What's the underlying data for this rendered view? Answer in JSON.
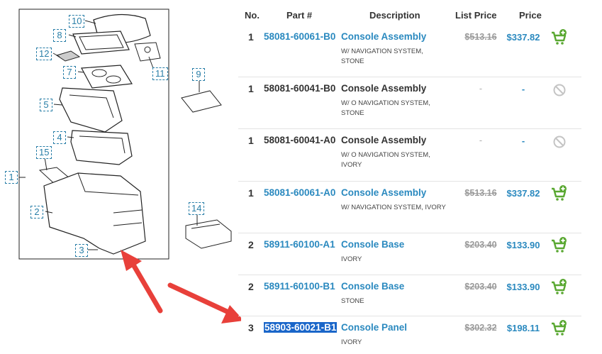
{
  "diagram": {
    "callouts": [
      "10",
      "8",
      "12",
      "7",
      "11",
      "9",
      "5",
      "4",
      "15",
      "1",
      "2",
      "14",
      "3"
    ]
  },
  "table": {
    "headers": {
      "no": "No.",
      "part": "Part #",
      "description": "Description",
      "list_price": "List Price",
      "price": "Price"
    },
    "rows": [
      {
        "no": "1",
        "part": "58081-60061-B0",
        "description": "Console Assembly",
        "note": "W/ NAVIGATION SYSTEM, STONE",
        "list_price": "$513.16",
        "price": "$337.82",
        "available": true
      },
      {
        "no": "1",
        "part": "58081-60041-B0",
        "description": "Console Assembly",
        "note": "W/ O NAVIGATION SYSTEM, STONE",
        "list_price": "-",
        "price": "-",
        "available": false
      },
      {
        "no": "1",
        "part": "58081-60041-A0",
        "description": "Console Assembly",
        "note": "W/ O NAVIGATION SYSTEM, IVORY",
        "list_price": "-",
        "price": "-",
        "available": false
      },
      {
        "no": "1",
        "part": "58081-60061-A0",
        "description": "Console Assembly",
        "note": "W/ NAVIGATION SYSTEM, IVORY",
        "list_price": "$513.16",
        "price": "$337.82",
        "available": true
      },
      {
        "no": "2",
        "part": "58911-60100-A1",
        "description": "Console Base",
        "note": "IVORY",
        "list_price": "$203.40",
        "price": "$133.90",
        "available": true
      },
      {
        "no": "2",
        "part": "58911-60100-B1",
        "description": "Console Base",
        "note": "STONE",
        "list_price": "$203.40",
        "price": "$133.90",
        "available": true
      },
      {
        "no": "3",
        "part": "58903-60021-B1",
        "description": "Console Panel",
        "note": "IVORY",
        "list_price": "$302.32",
        "price": "$198.11",
        "available": true,
        "selected": true
      }
    ]
  },
  "icons": {
    "add_to_cart": "cart-plus-icon",
    "unavailable": "ban-icon"
  },
  "colors": {
    "link": "#2a89bf",
    "cart_green": "#5aa832",
    "arrow_red": "#e8403a",
    "selection": "#1a66c9"
  }
}
